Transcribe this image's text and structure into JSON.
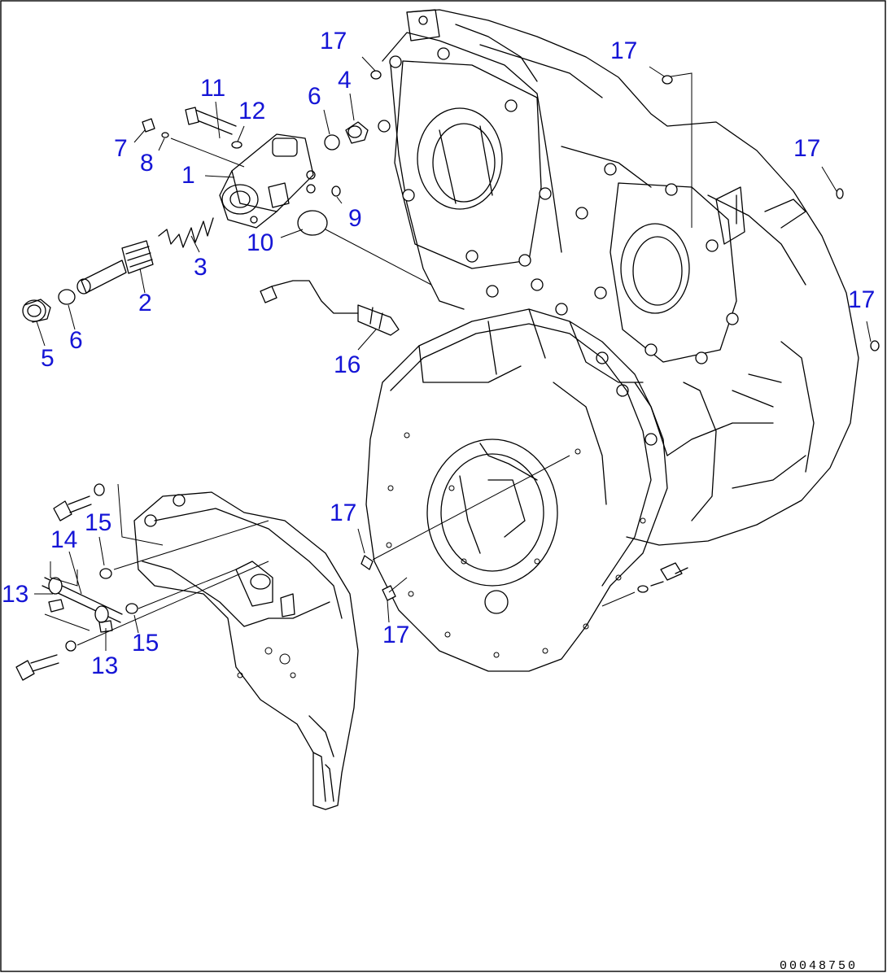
{
  "drawing_number": "00048750",
  "callouts": [
    {
      "id": "c17a",
      "label": "17"
    },
    {
      "id": "c17b",
      "label": "17"
    },
    {
      "id": "c17c",
      "label": "17"
    },
    {
      "id": "c17d",
      "label": "17"
    },
    {
      "id": "c17e",
      "label": "17"
    },
    {
      "id": "c17f",
      "label": "17"
    },
    {
      "id": "c4",
      "label": "4"
    },
    {
      "id": "c6a",
      "label": "6"
    },
    {
      "id": "c11",
      "label": "11"
    },
    {
      "id": "c12",
      "label": "12"
    },
    {
      "id": "c7",
      "label": "7"
    },
    {
      "id": "c8",
      "label": "8"
    },
    {
      "id": "c1",
      "label": "1"
    },
    {
      "id": "c9",
      "label": "9"
    },
    {
      "id": "c10",
      "label": "10"
    },
    {
      "id": "c3",
      "label": "3"
    },
    {
      "id": "c2",
      "label": "2"
    },
    {
      "id": "c5",
      "label": "5"
    },
    {
      "id": "c6b",
      "label": "6"
    },
    {
      "id": "c16",
      "label": "16"
    },
    {
      "id": "c15a",
      "label": "15"
    },
    {
      "id": "c14",
      "label": "14"
    },
    {
      "id": "c13a",
      "label": "13"
    },
    {
      "id": "c13b",
      "label": "13"
    },
    {
      "id": "c15b",
      "label": "15"
    }
  ]
}
